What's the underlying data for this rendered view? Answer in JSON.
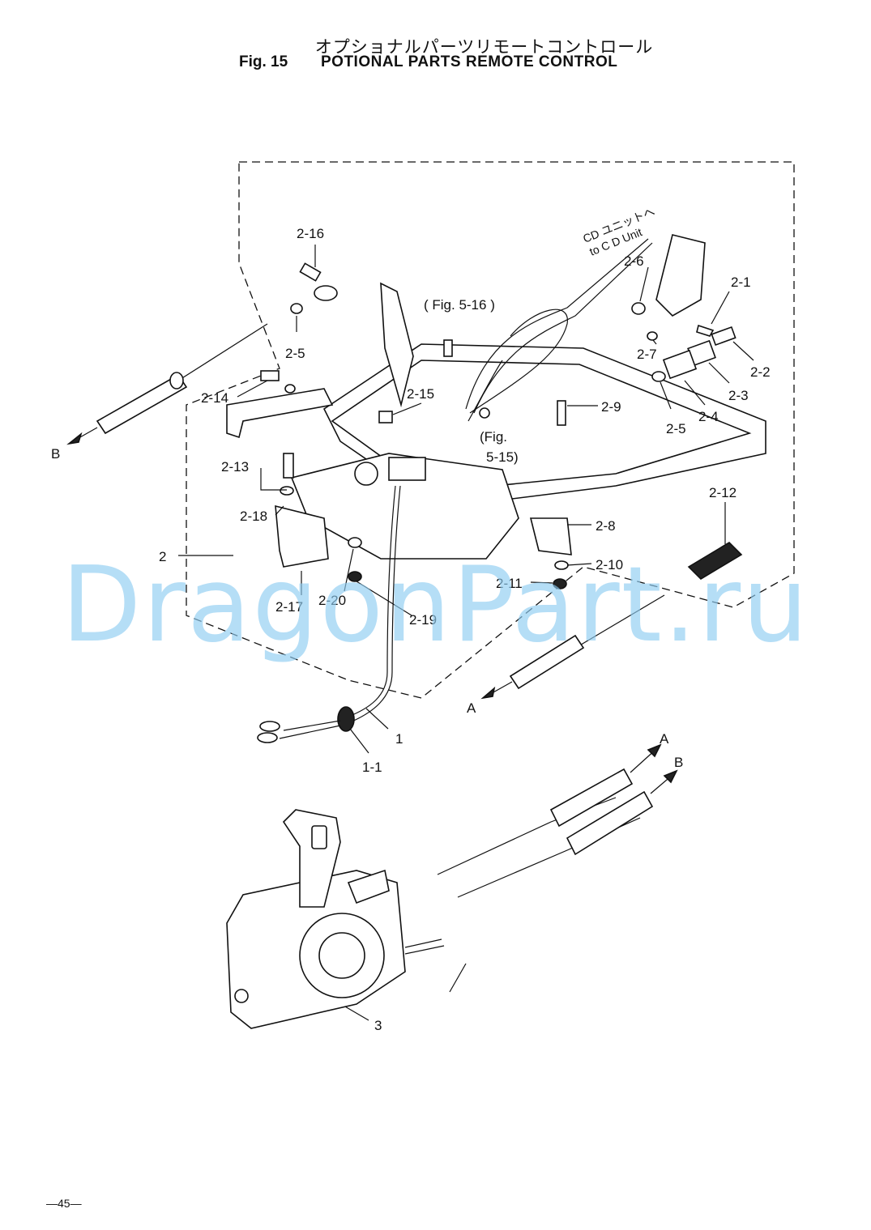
{
  "header": {
    "title_jp": "オプショナルパーツリモートコントロール",
    "fig_number": "Fig. 15",
    "fig_title": "POTIONAL PARTS REMOTE CONTROL"
  },
  "watermark": "DragonPart.ru",
  "page_number": "—45—",
  "callouts": {
    "c2_16": "2-16",
    "c2_5a": "2-5",
    "c2_14": "2-14",
    "c2_15": "2-15",
    "c2_13": "2-13",
    "c2_18": "2-18",
    "c2": "2",
    "c2_17": "2-17",
    "c2_20": "2-20",
    "c2_19": "2-19",
    "c2_6": "2-6",
    "c2_1": "2-1",
    "c2_7": "2-7",
    "c2_2": "2-2",
    "c2_3": "2-3",
    "c2_4": "2-4",
    "c2_9": "2-9",
    "c2_5b": "2-5",
    "c2_12": "2-12",
    "c2_8": "2-8",
    "c2_10": "2-10",
    "c2_11": "2-11",
    "c1": "1",
    "c1_1": "1-1",
    "c3": "3"
  },
  "refs": {
    "fig_5_16": "( Fig. 5-16 )",
    "fig_5_15_a": "(Fig.",
    "fig_5_15_b": "5-15)",
    "cd_unit_jp": "CD ユニットへ",
    "cd_unit_en": "to C D Unit"
  },
  "arrows": {
    "b_left": "B",
    "a_mid": "A",
    "a_right": "A",
    "b_right": "B"
  }
}
